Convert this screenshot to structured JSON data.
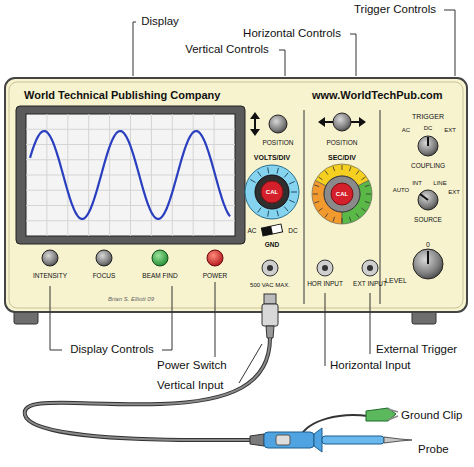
{
  "diagram": {
    "labels": [
      "Trigger Controls",
      "Display",
      "Horizontal Controls",
      "Vertical Controls",
      "World Technical Publishing Company",
      "www.WorldTechPub.com",
      "POSITION",
      "POSITION",
      "TRIGGER",
      "AC",
      "DC",
      "EXT",
      "VOLTS/DIV",
      "SEC/DIV",
      "COUPLING",
      "CAL",
      "CAL",
      "AUTO",
      "INT",
      "LINE",
      "EXT",
      "AC",
      "DC",
      "GND",
      "SOURCE",
      "0",
      "INTENSITY",
      "FOCUS",
      "BEAM FIND",
      "POWER",
      "500 VAC MAX.",
      "HOR INPUT",
      "EXT INPUT",
      "LEVEL",
      "Brian S. Elliott 09",
      "Display Controls",
      "Power Switch",
      "Vertical Input",
      "Horizontal Input",
      "External Trigger",
      "Ground Clip",
      "Probe"
    ]
  }
}
